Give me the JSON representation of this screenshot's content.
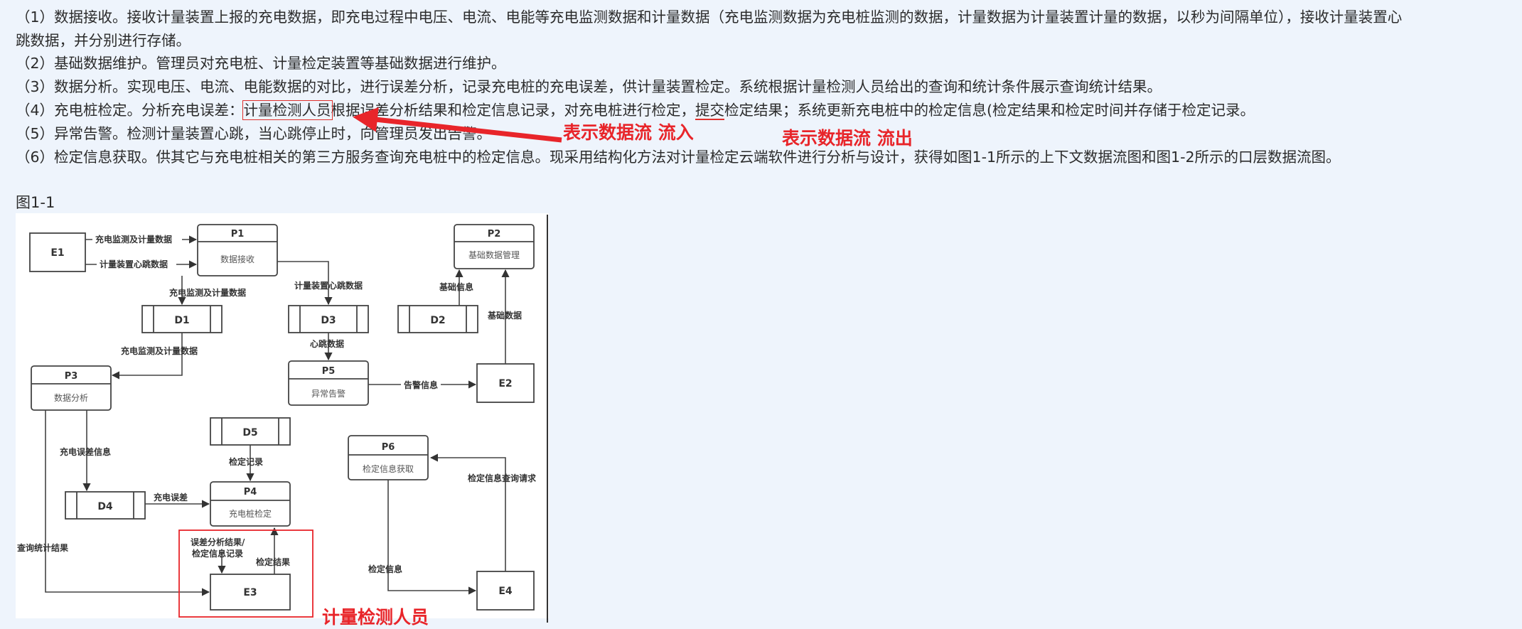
{
  "paragraphs": {
    "p1": "（1）数据接收。接收计量装置上报的充电数据，即充电过程中电压、电流、电能等充电监测数据和计量数据（充电监测数据为充电桩监测的数据，计量数据为计量装置计量的数据，以秒为间隔单位），接收计量装置心",
    "p1b": "跳数据，并分别进行存储。",
    "p2": "（2）基础数据维护。管理员对充电桩、计量检定装置等基础数据进行维护。",
    "p3": "（3）数据分析。实现电压、电流、电能数据的对比，进行误差分析，记录充电桩的充电误差，供计量装置检定。系统根据计量检测人员给出的查询和统计条件展示查询统计结果。",
    "p4_pre": "（4）充电桩检定。分析充电误差：",
    "p4_hl": "计量检测人员",
    "p4_mid": "根据误差分析结果和检定信息记录，对充电桩进行检定，",
    "p4_ul": "提交",
    "p4_post": "检定结果；系统更新充电桩中的检定信息(检定结果和检定时间并存储于检定记录。",
    "p5": "（5）异常告警。检测计量装置心跳，当心跳停止时，向管理员发出告警。",
    "p6": "（6）检定信息获取。供其它与充电桩相关的第三方服务查询充电桩中的检定信息。现采用结构化方法对计量检定云端软件进行分析与设计，获得如图1-1所示的上下文数据流图和图1-2所示的口层数据流图。"
  },
  "figure_label": "图1-1",
  "annotations": {
    "flow_in": "表示数据流 流入",
    "flow_out": "表示数据流 流出",
    "person": "计量检测人员"
  },
  "colors": {
    "annotation": "#e8252a",
    "background": "#eef4fc",
    "diagram_bg": "#ffffff"
  },
  "diagram": {
    "entities": {
      "E1": "E1",
      "E2": "E2",
      "E3": "E3",
      "E4": "E4"
    },
    "processes": {
      "P1": {
        "id": "P1",
        "name": "数据接收"
      },
      "P2": {
        "id": "P2",
        "name": "基础数据管理"
      },
      "P3": {
        "id": "P3",
        "name": "数据分析"
      },
      "P4": {
        "id": "P4",
        "name": "充电桩检定"
      },
      "P5": {
        "id": "P5",
        "name": "异常告警"
      },
      "P6": {
        "id": "P6",
        "name": "检定信息获取"
      }
    },
    "stores": {
      "D1": "D1",
      "D2": "D2",
      "D3": "D3",
      "D4": "D4",
      "D5": "D5"
    },
    "flows": {
      "e1_p1_a": "充电监测及计量数据",
      "e1_p1_b": "计量装置心跳数据",
      "p1_d1": "充电监测及计量数据",
      "p1_d3": "计量装置心跳数据",
      "d1_p3": "充电监测及计量数据",
      "d3_p5": "心跳数据",
      "p5_e2": "告警信息",
      "p2_d2": "基础信息",
      "e2_p2": "基础数据",
      "p3_d4": "充电误差信息",
      "d4_p4": "充电误差",
      "d5_p4": "检定记录",
      "p3_e3": "查询统计结果",
      "e3_p4_a": "误差分析结果/",
      "e3_p4_b": "检定信息记录",
      "p4_e3": "检定结果",
      "e4_p6": "检定信息查询请求",
      "p6_e4": "检定信息"
    }
  }
}
